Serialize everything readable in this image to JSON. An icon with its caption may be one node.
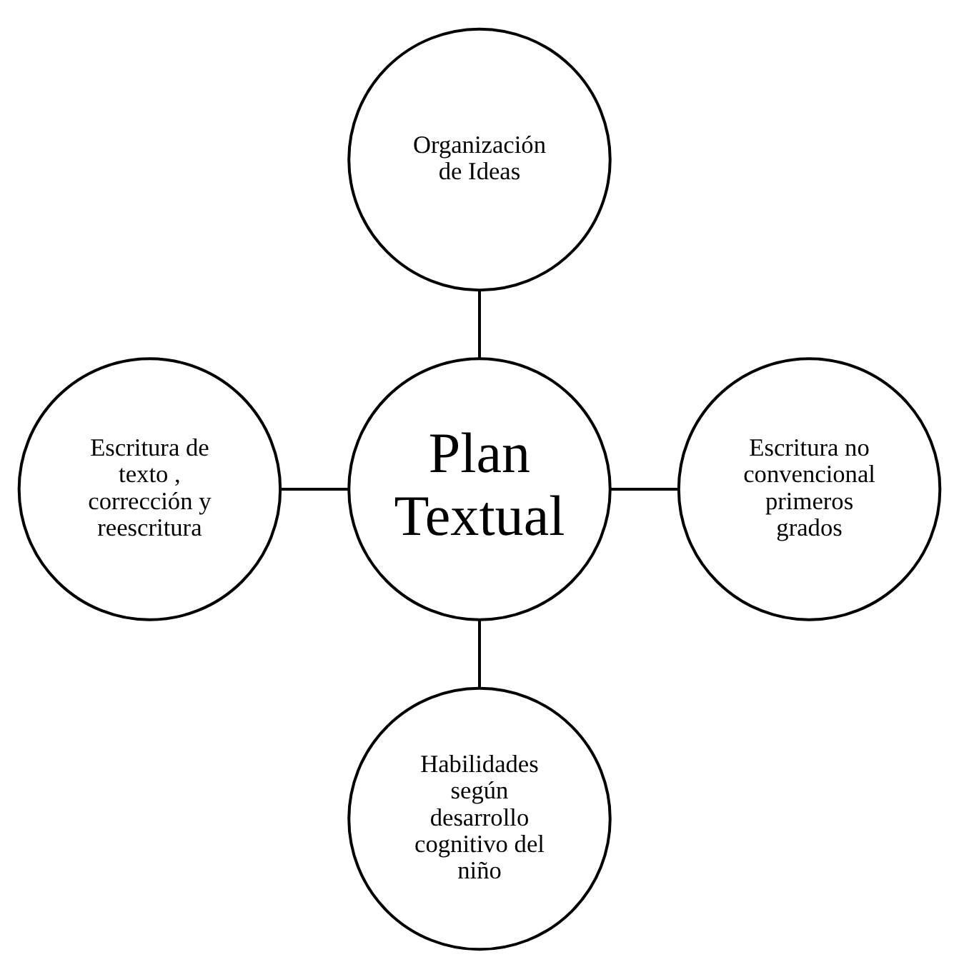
{
  "diagram": {
    "nodes": [
      {
        "text": [
          "Organización de Ideas"
        ]
      },
      {
        "text": [
          "Escritura de texto , corrección y reescritura"
        ]
      },
      {
        "text": [
          "Plan Textual"
        ]
      },
      {
        "text": [
          "Escritura no convencional primeros grados"
        ]
      },
      {
        "text": [
          "Habilidades según desarrollo cognitivo del niño"
        ]
      }
    ],
    "edges": [
      {
        "from": 0,
        "to": 2,
        "arrow": "none"
      },
      {
        "from": 1,
        "to": 2,
        "arrow": "none"
      },
      {
        "from": 2,
        "to": 3,
        "arrow": "none"
      },
      {
        "from": 2,
        "to": 4,
        "arrow": "none"
      }
    ]
  }
}
